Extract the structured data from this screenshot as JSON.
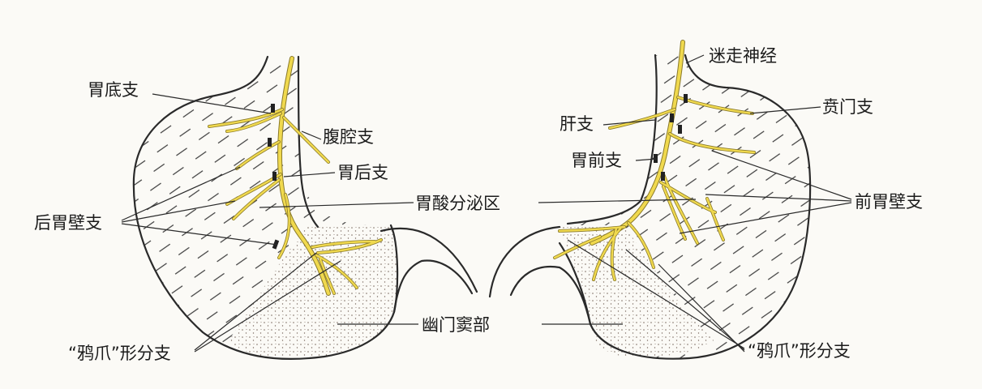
{
  "labels": {
    "fundic_branch": "胃底支",
    "celiac_branch": "腹腔支",
    "posterior_gastric_branch": "胃后支",
    "posterior_gastric_wall_branch": "后胃壁支",
    "acid_secreting_area": "胃酸分泌区",
    "pyloric_antrum": "幽门窦部",
    "crows_foot_branch_left": "“鸦爪”形分支",
    "crows_foot_branch_right": "“鸦爪”形分支",
    "vagus_nerve": "迷走神经",
    "hepatic_branch": "肝支",
    "cardiac_branch": "贲门支",
    "anterior_gastric_branch": "胃前支",
    "anterior_gastric_wall_branch": "前胃壁支"
  },
  "colors": {
    "nerve": "#f0d94e",
    "outline": "#2a2a2a",
    "hatch": "#3a3a3a",
    "stipple": "#7a6a60",
    "background": "#fbfaf6"
  }
}
